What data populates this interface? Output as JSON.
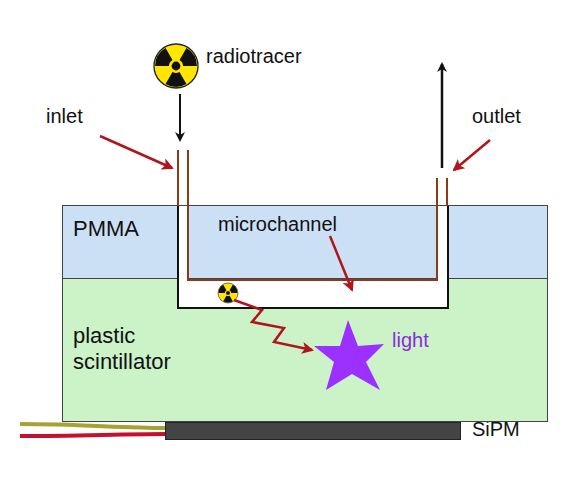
{
  "diagram": {
    "nodes": [
      {
        "text": [
          "PMMA"
        ]
      },
      {
        "text": [
          "plastic scintillator"
        ]
      },
      {
        "text": [
          "SiPM"
        ]
      }
    ],
    "labels": [
      "radiotracer",
      "inlet",
      "outlet",
      "microchannel",
      "light"
    ]
  }
}
